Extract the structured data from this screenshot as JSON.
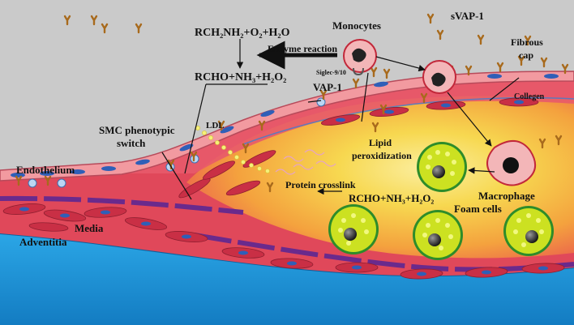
{
  "labels": {
    "enzyme_substrates": "RCH₂NH₂+O₂+H₂O",
    "enzyme_products": "RCHO+NH₃+H₂O₂",
    "enzyme_reaction": "Enzyme reaction",
    "monocytes": "Monocytes",
    "siglec": "Siglec-9/10",
    "svap1": "sVAP-1",
    "fibrous_cap_line1": "Fibrous",
    "fibrous_cap_line2": "cap",
    "collagen": "Collegen",
    "vap1": "VAP-1",
    "smc_switch_line1": "SMC phenotypic",
    "smc_switch_line2": "switch",
    "ldl": "LDL",
    "endothelium": "Endothelium",
    "lipid_perox_line1": "Lipid",
    "lipid_perox_line2": "peroxidization",
    "protein_crosslink": "Protein crosslink",
    "plaque_products": "RCHO+NH₃+H₂O₂",
    "macrophage": "Macrophage",
    "foam_cells": "Foam cells",
    "media": "Media",
    "adventitia": "Adventitia"
  },
  "colors": {
    "background": "#cfcfcf",
    "adventitia": "#1e90d6",
    "media": "#e0485a",
    "endothelium": "#f29aa0",
    "plaque_core": "#f7d850",
    "plaque_outer": "#f49a3c",
    "foam_cell_fill": "#e8f020",
    "foam_cell_body": "#2e8c2a",
    "vap1_receptor": "#a86a1c",
    "monocyte": "#f3b6b8",
    "nucleus_blue": "#2f5fb8",
    "elastic_lamina": "#6a2a8c"
  },
  "icons": [
    "vap1-receptor-icon",
    "monocyte-icon",
    "macrophage-icon",
    "foam-cell-icon",
    "enzyme-arrow-icon"
  ]
}
